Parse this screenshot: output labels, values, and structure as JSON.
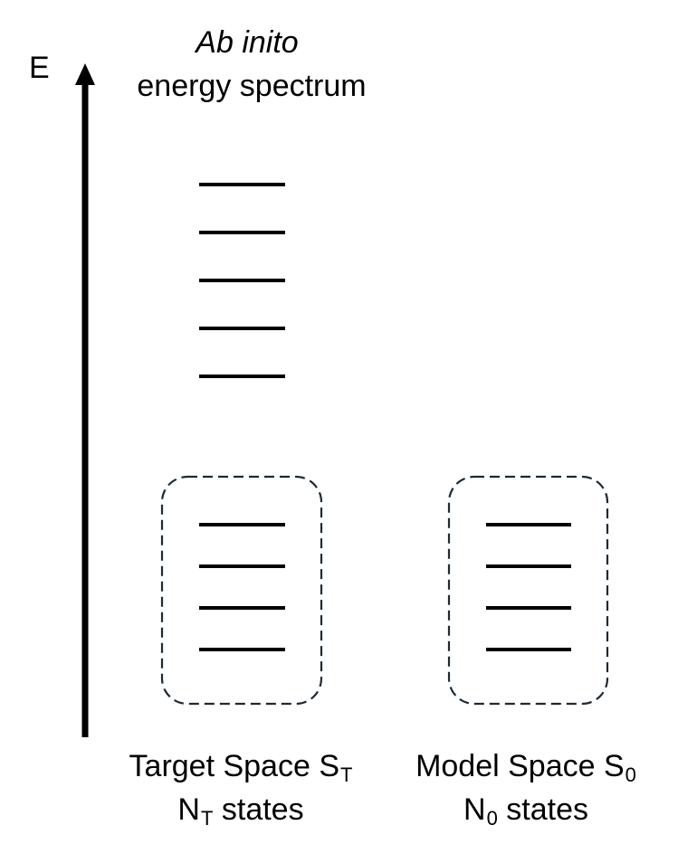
{
  "axis": {
    "label": "E"
  },
  "header": {
    "line1": "Ab inito",
    "line2": "energy spectrum"
  },
  "target_space": {
    "name": "Target Space S",
    "name_subscript": "T",
    "count_prefix": "N",
    "count_subscript": "T",
    "count_suffix": " states"
  },
  "model_space": {
    "name": "Model Space S",
    "name_subscript": "0",
    "count_prefix": "N",
    "count_subscript": "0",
    "count_suffix": " states"
  },
  "levels": {
    "upper_count": 5,
    "target_count": 4,
    "model_count": 4
  },
  "colors": {
    "line": "#000000",
    "box_border": "#1f2a33"
  }
}
